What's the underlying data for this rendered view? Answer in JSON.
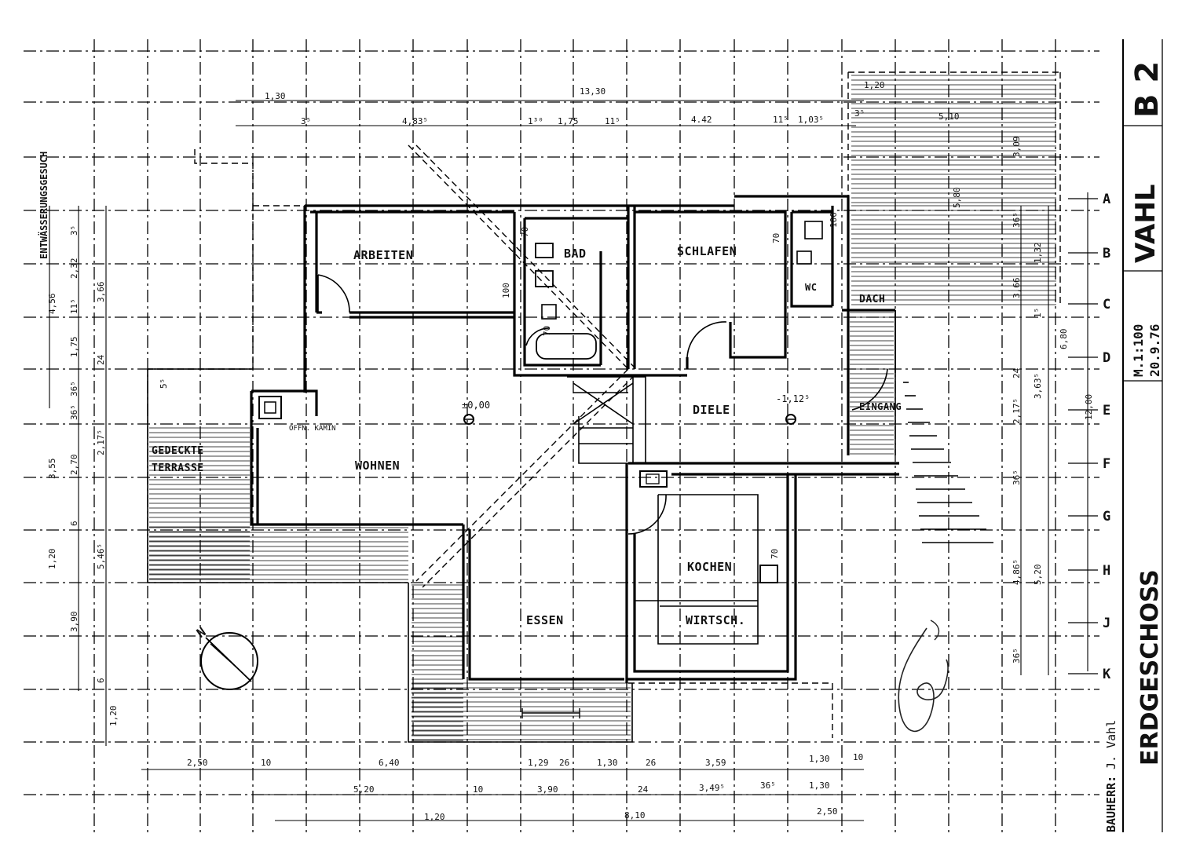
{
  "vertical_title": "ERDGESCHOSS",
  "side_label_upper": "ENTWÄSSERUNGSGESUCH",
  "title_block": {
    "scale": "M.1:100",
    "name": "VAHL",
    "sheet": "B 2",
    "date": "20.9.76",
    "owner_label": "BAUHERR:",
    "owner": "J. Vahl"
  },
  "rooms": [
    {
      "label": "ARBEITEN"
    },
    {
      "label": "BAD"
    },
    {
      "label": "SCHLAFEN"
    },
    {
      "label": "WC"
    },
    {
      "label": "DACH"
    },
    {
      "label": "DIELE"
    },
    {
      "label": "EINGANG"
    },
    {
      "label": "WOHNEN"
    },
    {
      "label": "GEDECKTE"
    },
    {
      "label": "TERRASSE"
    },
    {
      "label": "ESSEN"
    },
    {
      "label": "KOCHEN"
    },
    {
      "label": "WIRTSCH."
    },
    {
      "label": "OFFN. KAMIN"
    }
  ],
  "levels": [
    "±0,00",
    "-1,12⁵"
  ],
  "axes": [
    "A",
    "B",
    "C",
    "D",
    "E",
    "F",
    "G",
    "H",
    "J",
    "K"
  ],
  "dims_top": [
    "1,30",
    "13,30",
    "1,20",
    "3⁵",
    "4,83⁵",
    "1³⁰",
    "1,75",
    "11⁵",
    "4.42",
    "11⁵",
    "1,03⁵",
    "3⁵",
    "5,10"
  ],
  "dims_bottom": [
    "2,50",
    "10",
    "6,40",
    "1,29",
    "26",
    "1,30",
    "26",
    "3,59",
    "1,30",
    "10",
    "5,20",
    "10",
    "3,90",
    "24",
    "3,49⁵",
    "36⁵",
    "1,30",
    "1,20",
    "8,10",
    "2,50"
  ],
  "dims_left": [
    "4,56",
    "3⁵",
    "2,32",
    "3,66",
    "11⁵",
    "1,75",
    "24",
    "36⁵",
    "36⁵",
    "3,55",
    "2,17⁵",
    "2,70",
    "5⁵",
    "6",
    "1,20",
    "5,46⁵",
    "3,90",
    "6",
    "1,20"
  ],
  "dims_right": [
    "5,80",
    "3,09",
    "36⁵",
    "1,32",
    "3,66",
    "1⁵",
    "6,80",
    "24",
    "3,63⁵",
    "2,17⁵",
    "12,00",
    "36⁵",
    "4,86⁵",
    "5,20",
    "36⁵"
  ],
  "fixture_marks": [
    "70",
    "100",
    "70",
    "100",
    "70",
    "70"
  ],
  "north_label": "N"
}
